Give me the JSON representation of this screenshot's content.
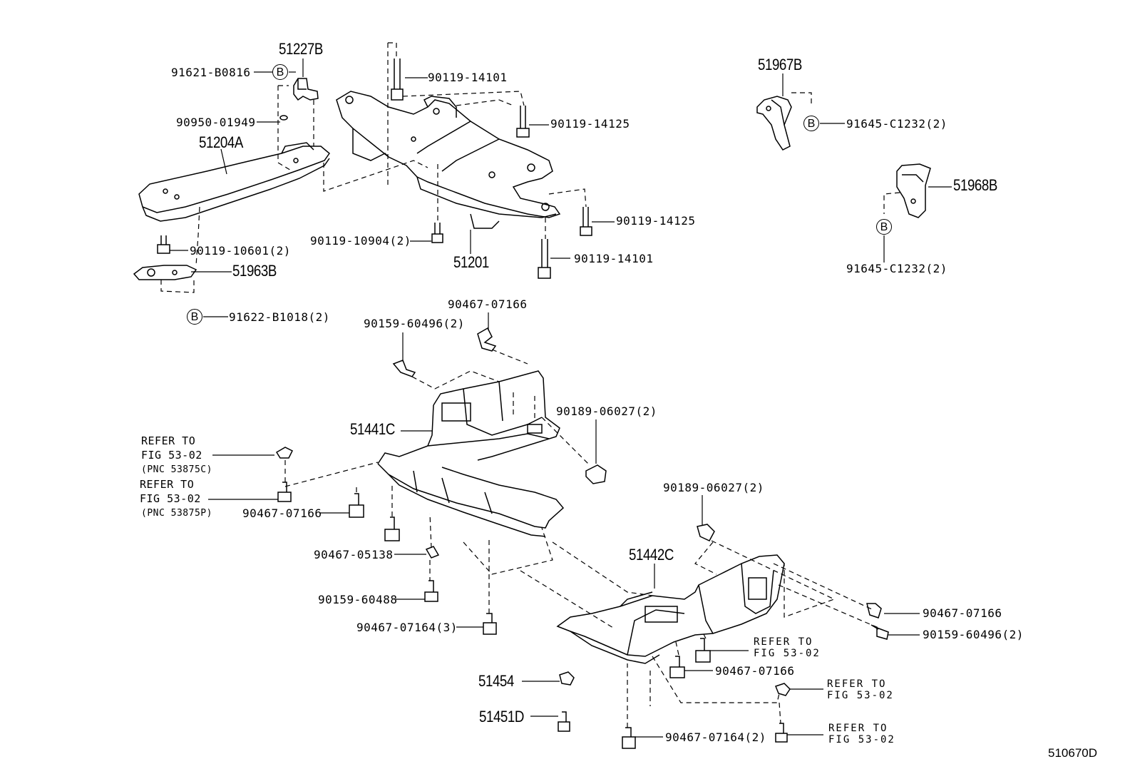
{
  "labels": {
    "l_51227B": "51227B",
    "l_91621": "91621-B0816",
    "l_90119_14101a": "90119-14101",
    "l_90950": "90950-01949",
    "l_51204A": "51204A",
    "l_90119_14125a": "90119-14125",
    "l_90119_10601": "90119-10601(2)",
    "l_51963B": "51963B",
    "l_91622": "91622-B1018(2)",
    "l_90119_10904": "90119-10904(2)",
    "l_51201": "51201",
    "l_90119_14125b": "90119-14125",
    "l_90119_14101b": "90119-14101",
    "l_51967B": "51967B",
    "l_91645a": "91645-C1232(2)",
    "l_51968B": "51968B",
    "l_91645b": "91645-C1232(2)",
    "l_90467_07166a": "90467-07166",
    "l_90159_60496a": "90159-60496(2)",
    "l_51441C": "51441C",
    "l_90189a": "90189-06027(2)",
    "l_refer1a": "REFER TO",
    "l_refer1b": "FIG 53-02",
    "l_pnc1": "(PNC 53875C)",
    "l_refer2a": "REFER TO",
    "l_refer2b": "FIG 53-02",
    "l_pnc2": "(PNC 53875P)",
    "l_90467_07166b": "90467-07166",
    "l_90189b": "90189-06027(2)",
    "l_51442C": "51442C",
    "l_90467_05138": "90467-05138",
    "l_90159_60488": "90159-60488",
    "l_90467_07164a": "90467-07164(3)",
    "l_90467_07166c": "90467-07166",
    "l_90159_60496b": "90159-60496(2)",
    "l_refer3a": "REFER TO",
    "l_refer3b": "FIG 53-02",
    "l_90467_07166d": "90467-07166",
    "l_51454": "51454",
    "l_refer4a": "REFER TO",
    "l_refer4b": "FIG 53-02",
    "l_51451D": "51451D",
    "l_refer5a": "REFER TO",
    "l_refer5b": "FIG 53-02",
    "l_90467_07164b": "90467-07164(2)",
    "l_code": "510670D"
  },
  "markers": {
    "b_symbol": "B"
  }
}
